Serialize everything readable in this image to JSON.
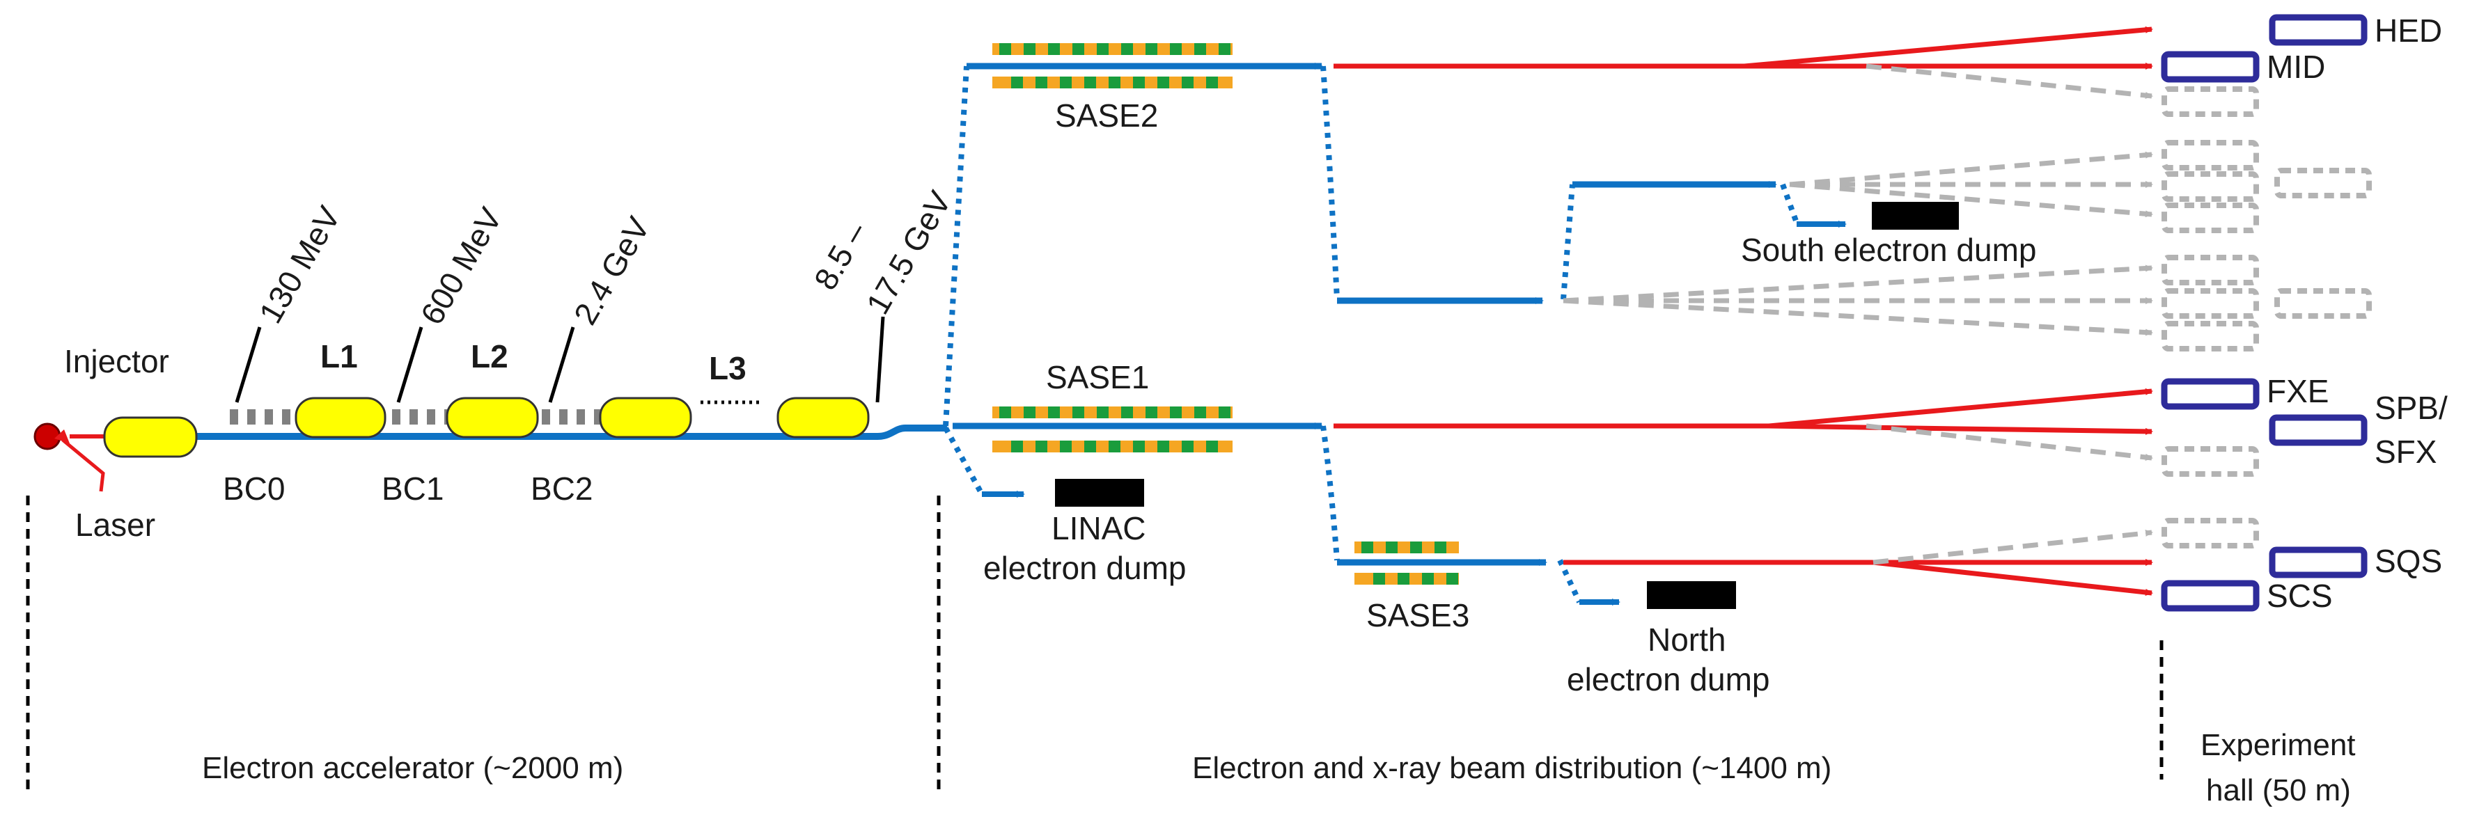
{
  "accelerator": {
    "injector": "Injector",
    "laser": "Laser",
    "energies": [
      "130 MeV",
      "600 MeV",
      "2.4 GeV"
    ],
    "final_energy_line1": "8.5 –",
    "final_energy_line2": "17.5 GeV",
    "linacs": [
      "L1",
      "L2",
      "L3"
    ],
    "bunch_compressors": [
      "BC0",
      "BC1",
      "BC2"
    ]
  },
  "undulators": {
    "sase1": "SASE1",
    "sase2": "SASE2",
    "sase3": "SASE3"
  },
  "dumps": {
    "linac_line1": "LINAC",
    "linac_line2": "electron dump",
    "south": "South electron dump",
    "north_line1": "North",
    "north_line2": "electron dump"
  },
  "instruments": {
    "hed": "HED",
    "mid": "MID",
    "fxe": "FXE",
    "spb_line1": "SPB/",
    "spb_line2": "SFX",
    "sqs": "SQS",
    "scs": "SCS"
  },
  "sections": {
    "accelerator": "Electron accelerator (~2000 m)",
    "distribution": "Electron and x-ray beam distribution (~1400 m)",
    "hall_line1": "Experiment",
    "hall_line2": "hall (50 m)"
  },
  "colors": {
    "electron_beam": "#0e72c4",
    "xray_beam": "#e8191c",
    "future_beam": "#b3b3b3",
    "instrument": "#2e2c9a",
    "cavity_fill": "#ffff00",
    "undulator_green": "#1a9c3c",
    "undulator_orange": "#f5a623",
    "laser": "#cc0000",
    "dump": "#000000"
  }
}
